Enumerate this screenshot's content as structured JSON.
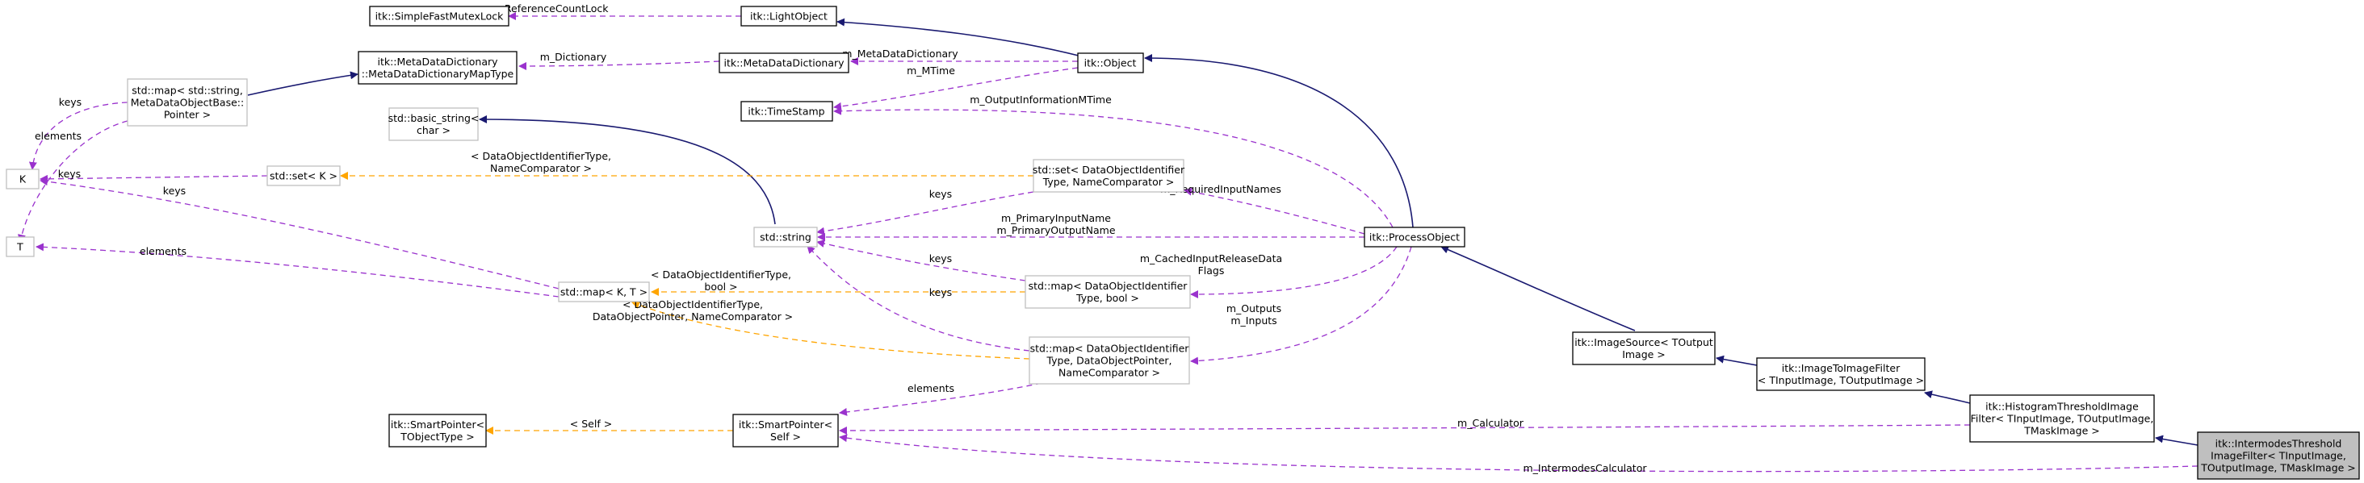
{
  "nodes": {
    "simple_fast_mutex_lock": [
      "itk::SimpleFastMutexLock"
    ],
    "light_object": [
      "itk::LightObject"
    ],
    "meta_data_dictionary_map_type": [
      "itk::MetaDataDictionary",
      "::MetaDataDictionaryMapType"
    ],
    "meta_data_dictionary": [
      "itk::MetaDataDictionary"
    ],
    "object": [
      "itk::Object"
    ],
    "time_stamp": [
      "itk::TimeStamp"
    ],
    "map_string_metadata": [
      "std::map< std::string,",
      "MetaDataObjectBase::",
      "Pointer >"
    ],
    "basic_string": [
      "std::basic_string<",
      "char >"
    ],
    "k": [
      "K"
    ],
    "t": [
      "T"
    ],
    "set_k": [
      "std::set< K >"
    ],
    "set_identifier": [
      "std::set< DataObjectIdentifier",
      "Type, NameComparator >"
    ],
    "std_string": [
      "std::string"
    ],
    "process_object": [
      "itk::ProcessObject"
    ],
    "map_k_t": [
      "std::map< K, T >"
    ],
    "map_identifier_bool": [
      "std::map< DataObjectIdentifier",
      "Type, bool >"
    ],
    "map_identifier_pointer": [
      "std::map< DataObjectIdentifier",
      "Type, DataObjectPointer,",
      "NameComparator >"
    ],
    "image_source": [
      "itk::ImageSource< TOutput",
      "Image >"
    ],
    "image_to_image_filter": [
      "itk::ImageToImageFilter",
      "< TInputImage, TOutputImage >"
    ],
    "smart_pointer_tobject": [
      "itk::SmartPointer<",
      "TObjectType >"
    ],
    "smart_pointer_self": [
      "itk::SmartPointer<",
      "Self >"
    ],
    "histogram_threshold": [
      "itk::HistogramThresholdImage",
      "Filter< TInputImage, TOutputImage,",
      "TMaskImage >"
    ],
    "intermodes_threshold": [
      "itk::IntermodesThreshold",
      "ImageFilter< TInputImage,",
      "TOutputImage, TMaskImage >"
    ]
  },
  "edge_labels": {
    "reference_count_lock": [
      "m_ReferenceCountLock"
    ],
    "dictionary": [
      "m_Dictionary"
    ],
    "meta_data_dictionary": [
      "m_MetaDataDictionary"
    ],
    "mtime": [
      "m_MTime"
    ],
    "output_information_mtime": [
      "m_OutputInformationMTime"
    ],
    "keys_map_string": [
      "keys"
    ],
    "elements_map_string": [
      "elements"
    ],
    "set_identifier_tmpl": [
      "< DataObjectIdentifierType,",
      "NameComparator >"
    ],
    "keys_set_k": [
      "keys"
    ],
    "keys_map_k_t": [
      "keys"
    ],
    "keys_set_identifier": [
      "keys"
    ],
    "required_input_names": [
      "m_RequiredInputNames"
    ],
    "primary_input_output": [
      "m_PrimaryInputName",
      "m_PrimaryOutputName"
    ],
    "elements_map_k_t": [
      "elements"
    ],
    "map_bool_tmpl": [
      "< DataObjectIdentifierType,",
      "bool >"
    ],
    "keys_map_bool": [
      "keys"
    ],
    "cached_input_release": [
      "m_CachedInputReleaseData",
      "Flags"
    ],
    "map_pointer_tmpl": [
      "< DataObjectIdentifierType,",
      "DataObjectPointer, NameComparator >"
    ],
    "keys_map_pointer": [
      "keys"
    ],
    "outputs_inputs": [
      "m_Outputs",
      "m_Inputs"
    ],
    "elements_map_pointer": [
      "elements"
    ],
    "self_tmpl": [
      "< Self >"
    ],
    "calculator": [
      "m_Calculator"
    ],
    "intermodes_calculator": [
      "m_IntermodesCalculator"
    ]
  },
  "colors": {
    "inheritance": "#191970",
    "usage": "#9a32cd",
    "template": "#ffa500",
    "node_border": "#000000",
    "template_node_border": "#bfbfbf",
    "focus_fill": "#bfbfbf"
  }
}
